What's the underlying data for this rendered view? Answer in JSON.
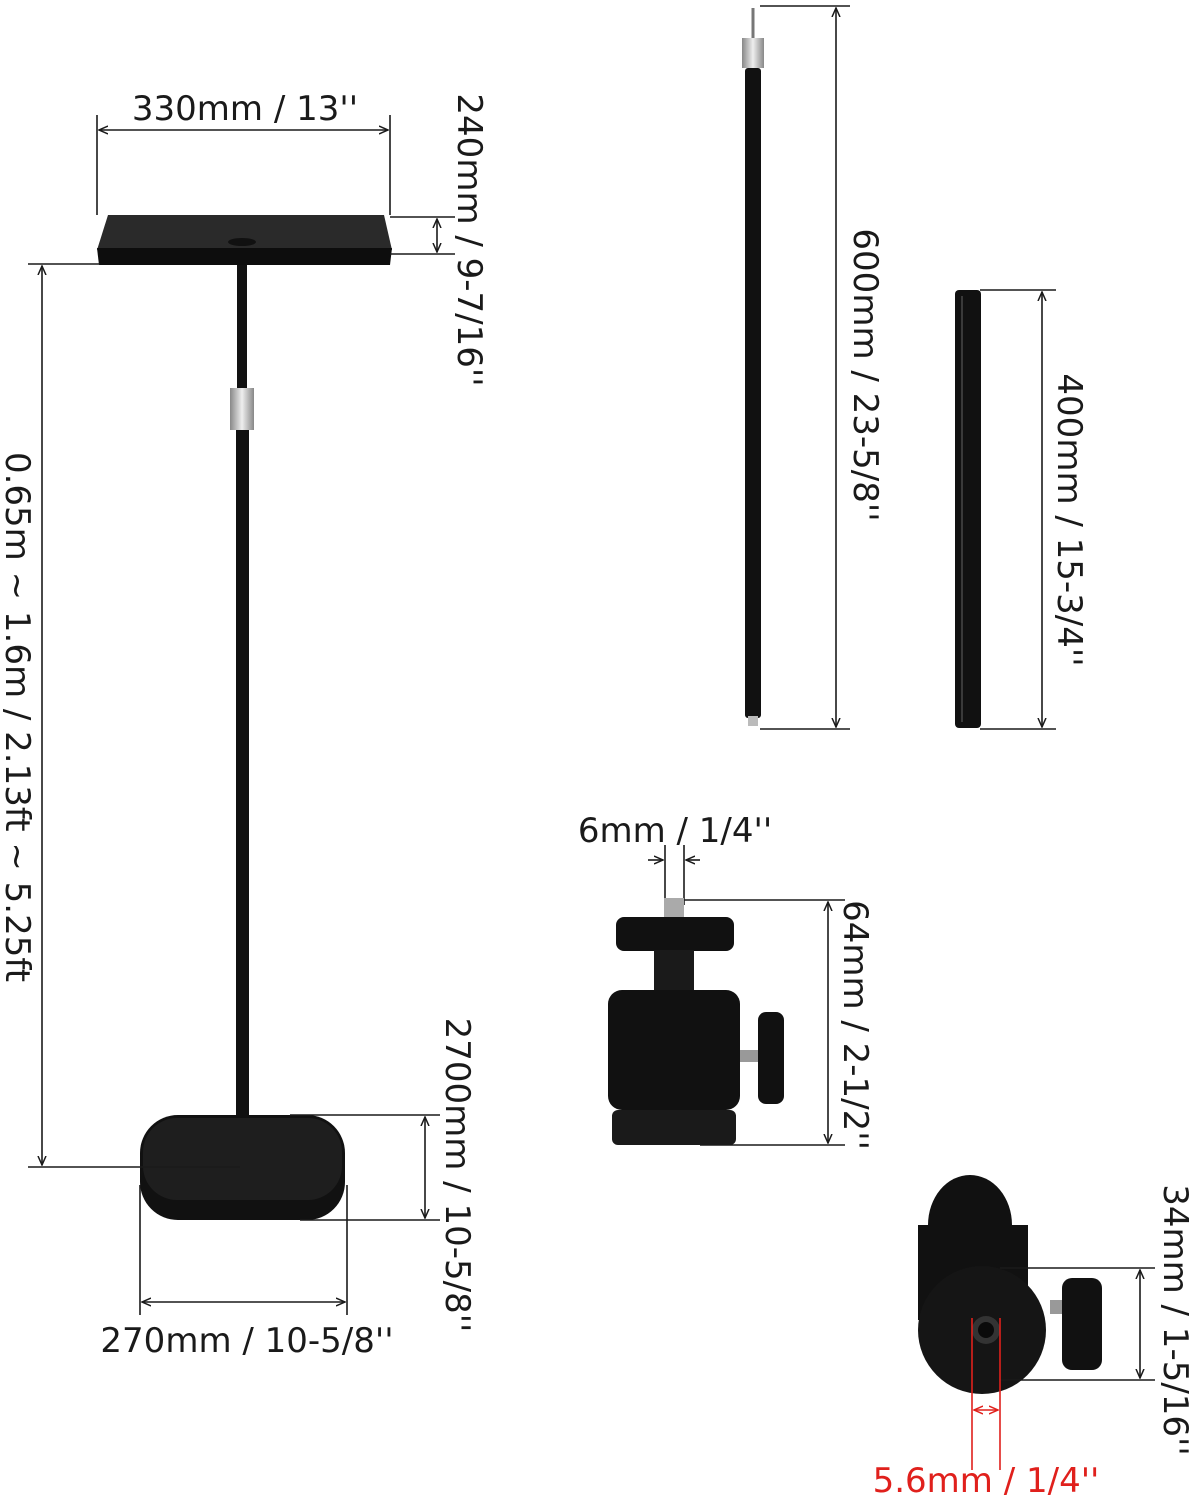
{
  "colors": {
    "text": "#1a1a1a",
    "highlight": "#e0201c",
    "metal": "#111111",
    "silver": "#c8c8c8"
  },
  "stand": {
    "tray_width": "330mm / 13''",
    "tray_depth": "240mm / 9-7/16''",
    "height_range": "0.65m ~ 1.6m / 2.13ft ~ 5.25ft",
    "base_depth": "2700mm / 10-5/8''",
    "base_width": "270mm / 10-5/8''"
  },
  "poles": {
    "long": "600mm / 23-5/8''",
    "short": "400mm / 15-3/4''"
  },
  "ball_head": {
    "screw": "6mm / 1/4''",
    "height": "64mm / 2-1/2''",
    "diameter": "34mm / 1-5/16''",
    "hole": "5.6mm / 1/4''"
  }
}
